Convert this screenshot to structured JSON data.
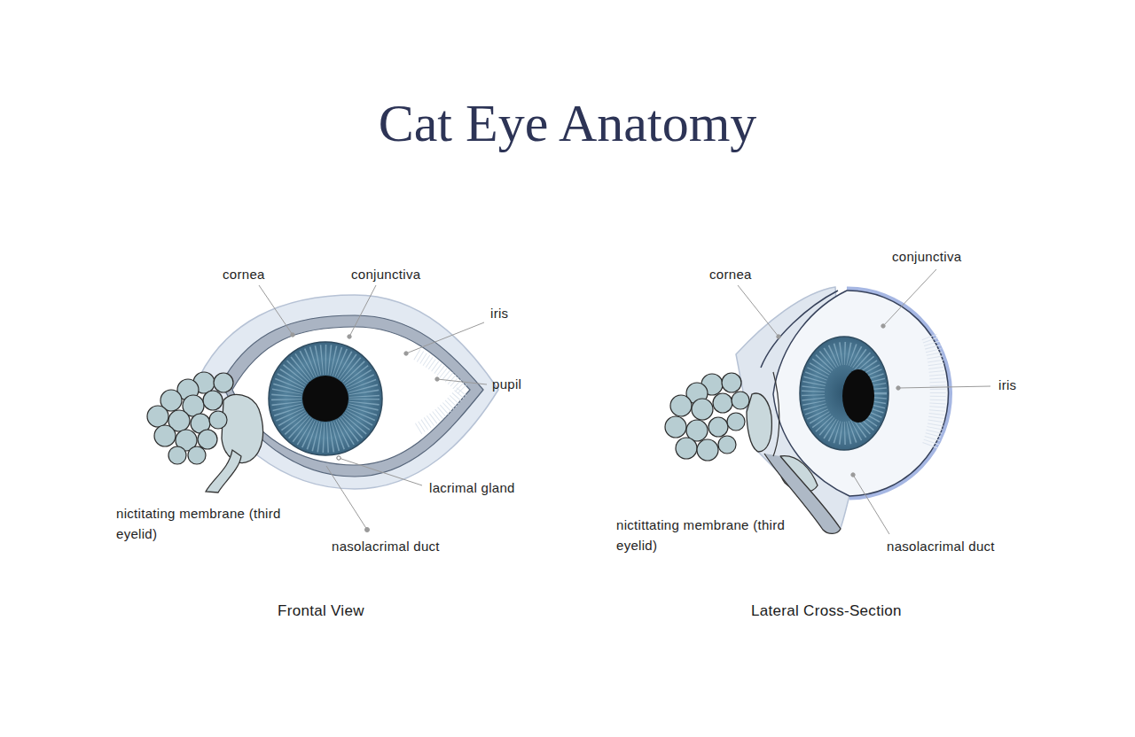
{
  "diagram": {
    "title": "Cat Eye Anatomy",
    "labels": [
      "cornea",
      "conjunctiva",
      "iris",
      "pupil",
      "lacrimal gland",
      "nasolacrimal duct",
      "nictitating membrane (third eyelid)",
      "Frontal View",
      "conjunctiva",
      "cornea",
      "iris",
      "nictittating membrane (third eyelid)",
      "nasolacrimal duct",
      "Lateral Cross-Section"
    ]
  }
}
